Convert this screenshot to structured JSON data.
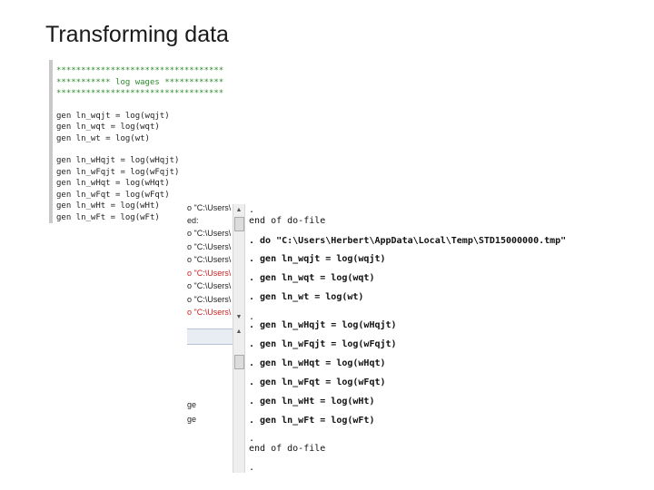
{
  "slide": {
    "title": "Transforming data"
  },
  "editor": {
    "lines": [
      {
        "text": "**********************************",
        "type": "comment"
      },
      {
        "text": "*********** log wages ************",
        "type": "comment"
      },
      {
        "text": "**********************************",
        "type": "comment"
      },
      {
        "text": "",
        "type": "gap"
      },
      {
        "text": "gen ln_wqjt = log(wqjt)",
        "type": "code"
      },
      {
        "text": "gen ln_wqt = log(wqt)",
        "type": "code"
      },
      {
        "text": "gen ln_wt = log(wt)",
        "type": "code"
      },
      {
        "text": "",
        "type": "gap"
      },
      {
        "text": "gen ln_wHqjt = log(wHqjt)",
        "type": "code"
      },
      {
        "text": "gen ln_wFqjt = log(wFqjt)",
        "type": "code"
      },
      {
        "text": "gen ln_wHqt = log(wHqt)",
        "type": "code"
      },
      {
        "text": "gen ln_wFqt = log(wFqt)",
        "type": "code"
      },
      {
        "text": "gen ln_wHt = log(wHt)",
        "type": "code"
      },
      {
        "text": "gen ln_wFt = log(wFt)",
        "type": "code"
      }
    ]
  },
  "review": {
    "items": [
      {
        "text": "o \"C:\\Users\\",
        "error": false
      },
      {
        "text": "ed:",
        "error": false
      },
      {
        "text": "o \"C:\\Users\\",
        "error": false
      },
      {
        "text": "o \"C:\\Users\\",
        "error": false
      },
      {
        "text": "o \"C:\\Users\\",
        "error": false
      },
      {
        "text": "o \"C:\\Users\\",
        "error": true
      },
      {
        "text": "o \"C:\\Users\\",
        "error": false
      },
      {
        "text": "o \"C:\\Users\\",
        "error": false
      },
      {
        "text": "o \"C:\\Users\\",
        "error": true
      }
    ]
  },
  "variables": {
    "items": [
      "ge",
      "ge"
    ]
  },
  "results": {
    "lines": [
      {
        "text": ".",
        "kind": "plain"
      },
      {
        "text": "end of do-file",
        "kind": "plain"
      },
      {
        "text": ". do \"C:\\Users\\Herbert\\AppData\\Local\\Temp\\STD15000000.tmp\"",
        "kind": "cmd"
      },
      {
        "text": ". gen ln_wqjt = log(wqjt)",
        "kind": "cmd"
      },
      {
        "text": ". gen ln_wqt = log(wqt)",
        "kind": "cmd"
      },
      {
        "text": ". gen ln_wt = log(wt)",
        "kind": "cmd"
      },
      {
        "text": ".",
        "kind": "plain"
      },
      {
        "text": ". gen ln_wHqjt = log(wHqjt)",
        "kind": "cmd"
      },
      {
        "text": ". gen ln_wFqjt = log(wFqjt)",
        "kind": "cmd"
      },
      {
        "text": ". gen ln_wHqt = log(wHqt)",
        "kind": "cmd"
      },
      {
        "text": ". gen ln_wFqt = log(wFqt)",
        "kind": "cmd"
      },
      {
        "text": ". gen ln_wHt = log(wHt)",
        "kind": "cmd"
      },
      {
        "text": ". gen ln_wFt = log(wFt)",
        "kind": "cmd"
      },
      {
        "text": ".",
        "kind": "plain"
      },
      {
        "text": "end of do-file",
        "kind": "plain"
      },
      {
        "text": ".",
        "kind": "plain"
      }
    ]
  },
  "colors": {
    "comment": "#2e8b2e",
    "error": "#cc2222"
  }
}
